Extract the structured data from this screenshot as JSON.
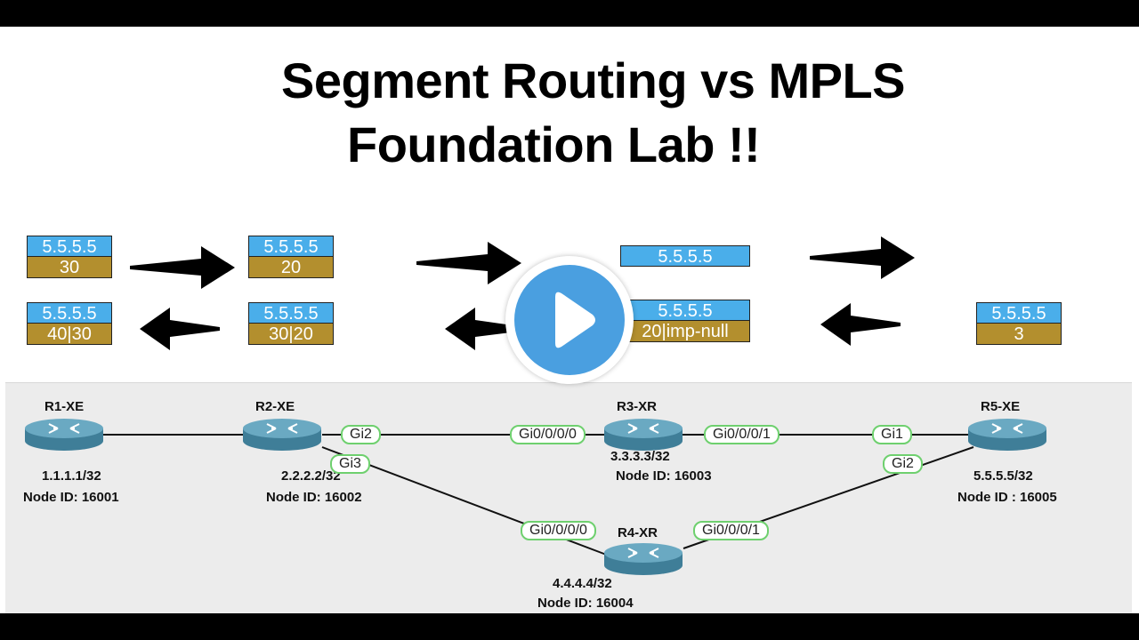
{
  "title": {
    "line1": "Segment Routing vs MPLS",
    "line2": "Foundation Lab !!"
  },
  "label_stacks": {
    "top_row": [
      {
        "prefix": "5.5.5.5",
        "label": "30"
      },
      {
        "prefix": "5.5.5.5",
        "label": "20"
      },
      {
        "prefix": "5.5.5.5",
        "label": ""
      }
    ],
    "bottom_row": [
      {
        "prefix": "5.5.5.5",
        "label": "40|30"
      },
      {
        "prefix": "5.5.5.5",
        "label": "30|20"
      },
      {
        "prefix": "5.5.5.5",
        "label": "20|imp-null"
      },
      {
        "prefix": "5.5.5.5",
        "label": "3"
      }
    ]
  },
  "routers": {
    "r1": {
      "name": "R1-XE",
      "loopback": "1.1.1.1/32",
      "node_id": "Node ID: 16001"
    },
    "r2": {
      "name": "R2-XE",
      "loopback": "2.2.2.2/32",
      "node_id": "Node ID: 16002"
    },
    "r3": {
      "name": "R3-XR",
      "loopback": "3.3.3.3/32",
      "node_id": "Node ID: 16003"
    },
    "r4": {
      "name": "R4-XR",
      "loopback": "4.4.4.4/32",
      "node_id": "Node ID: 16004"
    },
    "r5": {
      "name": "R5-XE",
      "loopback": "5.5.5.5/32",
      "node_id": "Node ID : 16005"
    }
  },
  "interfaces": {
    "r2_gi2": "Gi2",
    "r2_gi3": "Gi3",
    "r3_gi0000": "Gi0/0/0/0",
    "r3_gi0001": "Gi0/0/0/1",
    "r5_gi1": "Gi1",
    "r5_gi2": "Gi2",
    "r4_gi0000": "Gi0/0/0/0",
    "r4_gi0001": "Gi0/0/0/1"
  },
  "colors": {
    "prefix_box": "#4aaeea",
    "label_box": "#b38f2e",
    "interface_border": "#6ed06e",
    "play_button": "#4a9fe0",
    "router_body": "#4f8ea8"
  },
  "icons": {
    "play": "play-icon",
    "arrow": "arrow-icon",
    "router": "router-icon"
  }
}
